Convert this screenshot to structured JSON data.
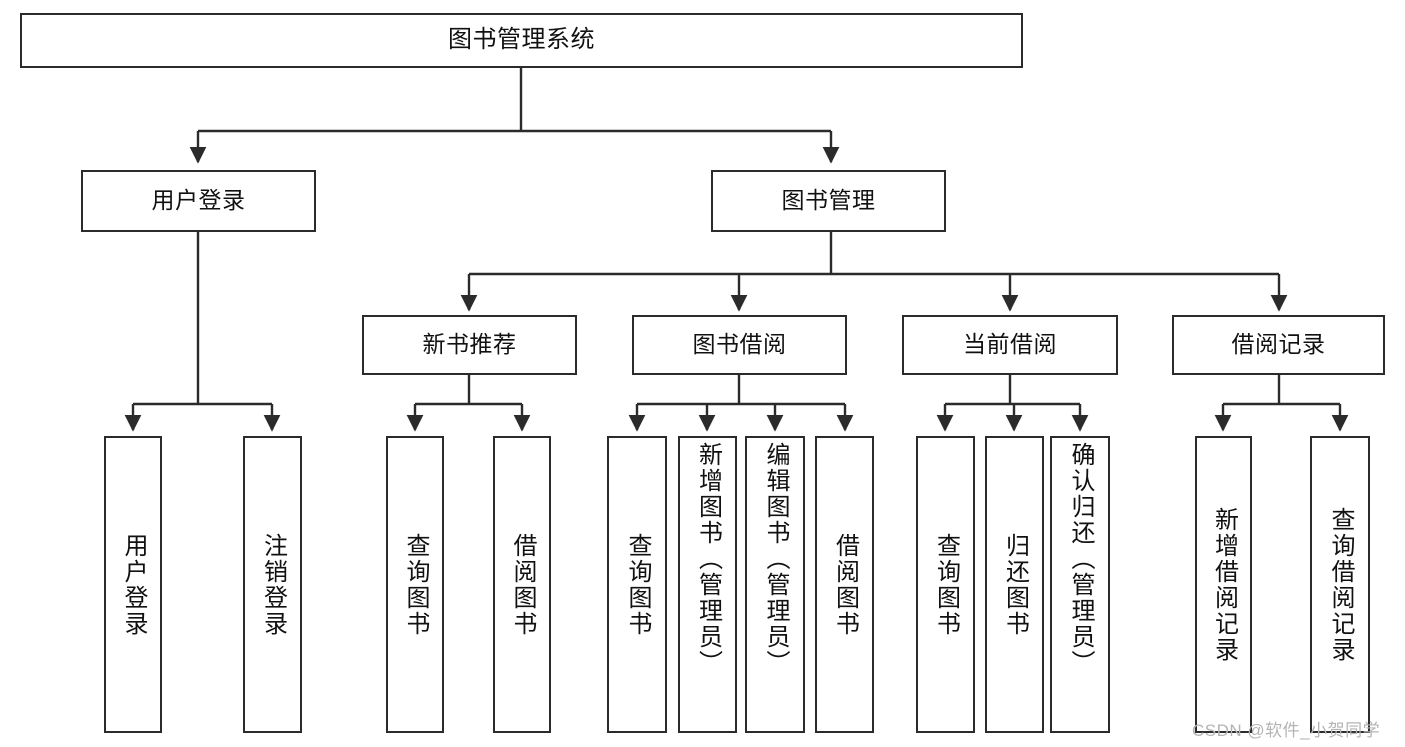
{
  "diagram": {
    "type": "tree-hierarchy",
    "title": "图书管理系统",
    "watermark": "CSDN @软件_小贺同学",
    "colors": {
      "stroke": "#2b2b2b",
      "fill": "#ffffff",
      "text": "#111111",
      "watermark": "#b4b4b4"
    },
    "nodes": {
      "root": {
        "label": "图书管理系统"
      },
      "level1": [
        {
          "id": "user-login",
          "label": "用户登录"
        },
        {
          "id": "book-manage",
          "label": "图书管理"
        }
      ],
      "level2": [
        {
          "id": "new-book-recommend",
          "label": "新书推荐"
        },
        {
          "id": "book-borrow",
          "label": "图书借阅"
        },
        {
          "id": "current-borrow",
          "label": "当前借阅"
        },
        {
          "id": "borrow-record",
          "label": "借阅记录"
        }
      ],
      "leaves": {
        "user-login": [
          {
            "id": "leaf-user-login",
            "label": "用户登录"
          },
          {
            "id": "leaf-user-logout",
            "label": "注销登录"
          }
        ],
        "new-book-recommend": [
          {
            "id": "leaf-query-book-1",
            "label": "查询图书"
          },
          {
            "id": "leaf-borrow-book-1",
            "label": "借阅图书"
          }
        ],
        "book-borrow": [
          {
            "id": "leaf-query-book-2",
            "label": "查询图书"
          },
          {
            "id": "leaf-add-book",
            "label": "新增图书（管理员）"
          },
          {
            "id": "leaf-edit-book",
            "label": "编辑图书（管理员）"
          },
          {
            "id": "leaf-borrow-book-2",
            "label": "借阅图书"
          }
        ],
        "current-borrow": [
          {
            "id": "leaf-query-book-3",
            "label": "查询图书"
          },
          {
            "id": "leaf-return-book",
            "label": "归还图书"
          },
          {
            "id": "leaf-confirm-return",
            "label": "确认归还（管理员）"
          }
        ],
        "borrow-record": [
          {
            "id": "leaf-add-record",
            "label": "新增借阅记录"
          },
          {
            "id": "leaf-query-record",
            "label": "查询借阅记录"
          }
        ]
      }
    }
  }
}
